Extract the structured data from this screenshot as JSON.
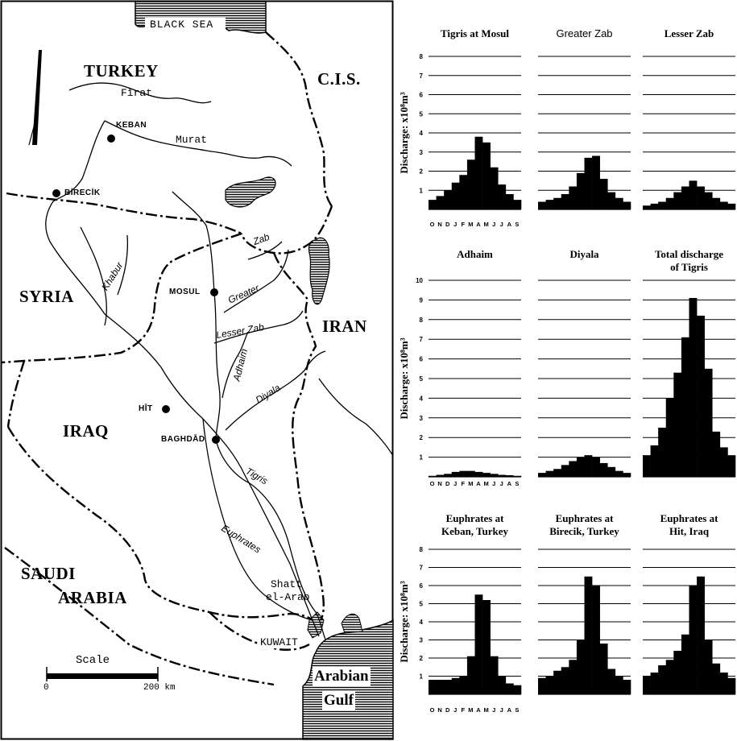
{
  "map": {
    "labels": {
      "black_sea": "BLACK SEA",
      "turkey": "TURKEY",
      "cis": "C.I.S.",
      "syria": "SYRIA",
      "iran": "IRAN",
      "iraq": "IRAQ",
      "saudi_line1": "SAUDI",
      "saudi_line2": "ARABIA",
      "kuwait": "KUWAIT",
      "gulf_line1": "Arabian",
      "gulf_line2": "Gulf",
      "shatt_line1": "Shatt",
      "shatt_line2": "el-Arab"
    },
    "cities": {
      "keban": "KEBAN",
      "birecik": "BİRECİK",
      "mosul": "MOSUL",
      "hit": "HĪT",
      "baghdad": "BAGHDĀD"
    },
    "rivers": {
      "firat": "Fīrat",
      "murat": "Murat",
      "zab": "Zab",
      "greater": "Greater",
      "lesser_zab": "Lesser Zab",
      "khabur": "Khabur",
      "adhaim": "Adhaim",
      "diyala": "Diyala",
      "tigris": "Tigris",
      "euphrates": "Euphrates"
    },
    "scale": {
      "label": "Scale",
      "start": "0",
      "end": "200 km"
    }
  },
  "chart_data": [
    {
      "type": "bar",
      "title": "Tigris at Mosul",
      "x": [
        "O",
        "N",
        "D",
        "J",
        "F",
        "M",
        "A",
        "M",
        "J",
        "J",
        "A",
        "S"
      ],
      "values": [
        0.5,
        0.7,
        1.0,
        1.4,
        1.8,
        2.6,
        3.8,
        3.5,
        2.2,
        1.3,
        0.8,
        0.5
      ],
      "ylim": [
        0,
        8
      ],
      "ylabel": "Discharge: x10⁸m³"
    },
    {
      "type": "bar",
      "title": "Greater Zab",
      "x": [
        "O",
        "N",
        "D",
        "J",
        "F",
        "M",
        "A",
        "M",
        "J",
        "J",
        "A",
        "S"
      ],
      "values": [
        0.4,
        0.5,
        0.6,
        0.8,
        1.2,
        1.9,
        2.7,
        2.8,
        1.6,
        0.9,
        0.6,
        0.4
      ],
      "ylim": [
        0,
        8
      ],
      "ylabel": ""
    },
    {
      "type": "bar",
      "title": "Lesser Zab",
      "x": [
        "O",
        "N",
        "D",
        "J",
        "F",
        "M",
        "A",
        "M",
        "J",
        "J",
        "A",
        "S"
      ],
      "values": [
        0.2,
        0.3,
        0.4,
        0.6,
        0.9,
        1.2,
        1.5,
        1.2,
        0.9,
        0.6,
        0.4,
        0.3
      ],
      "ylim": [
        0,
        8
      ],
      "ylabel": ""
    },
    {
      "type": "bar",
      "title": "Adhaim",
      "x": [
        "O",
        "N",
        "D",
        "J",
        "F",
        "M",
        "A",
        "M",
        "J",
        "J",
        "A",
        "S"
      ],
      "values": [
        0.05,
        0.1,
        0.15,
        0.25,
        0.3,
        0.3,
        0.25,
        0.2,
        0.15,
        0.1,
        0.08,
        0.05
      ],
      "ylim": [
        0,
        10
      ],
      "ylabel": "Discharge: x10⁸m³"
    },
    {
      "type": "bar",
      "title": "Diyala",
      "x": [
        "O",
        "N",
        "D",
        "J",
        "F",
        "M",
        "A",
        "M",
        "J",
        "J",
        "A",
        "S"
      ],
      "values": [
        0.2,
        0.3,
        0.4,
        0.6,
        0.8,
        1.0,
        1.1,
        1.0,
        0.7,
        0.5,
        0.3,
        0.2
      ],
      "ylim": [
        0,
        10
      ],
      "ylabel": ""
    },
    {
      "type": "bar",
      "title": "Total discharge of Tigris",
      "title_line1": "Total discharge",
      "title_line2": "of Tigris",
      "x": [
        "O",
        "N",
        "D",
        "J",
        "F",
        "M",
        "A",
        "M",
        "J",
        "J",
        "A",
        "S"
      ],
      "values": [
        1.1,
        1.6,
        2.5,
        4.0,
        5.3,
        7.1,
        9.1,
        8.2,
        5.5,
        2.3,
        1.5,
        1.1
      ],
      "ylim": [
        0,
        10
      ],
      "ylabel": ""
    },
    {
      "type": "bar",
      "title": "Euphrates at Keban, Turkey",
      "title_line1": "Euphrates at",
      "title_line2": "Keban, Turkey",
      "x": [
        "O",
        "N",
        "D",
        "J",
        "F",
        "M",
        "A",
        "M",
        "J",
        "J",
        "A",
        "S"
      ],
      "values": [
        0.8,
        0.8,
        0.8,
        0.9,
        1.0,
        2.1,
        5.5,
        5.2,
        2.1,
        1.0,
        0.6,
        0.5
      ],
      "ylim": [
        0,
        8
      ],
      "ylabel": "Discharge: x10⁸m³"
    },
    {
      "type": "bar",
      "title": "Euphrates at Birecik, Turkey",
      "title_line1": "Euphrates at",
      "title_line2": "Birecik, Turkey",
      "x": [
        "O",
        "N",
        "D",
        "J",
        "F",
        "M",
        "A",
        "M",
        "J",
        "J",
        "A",
        "S"
      ],
      "values": [
        0.9,
        1.0,
        1.3,
        1.5,
        1.9,
        3.0,
        6.5,
        6.0,
        2.8,
        1.4,
        1.0,
        0.8
      ],
      "ylim": [
        0,
        8
      ],
      "ylabel": ""
    },
    {
      "type": "bar",
      "title": "Euphrates at Hit, Iraq",
      "title_line1": "Euphrates at",
      "title_line2": "Hit, Iraq",
      "x": [
        "O",
        "N",
        "D",
        "J",
        "F",
        "M",
        "A",
        "M",
        "J",
        "J",
        "A",
        "S"
      ],
      "values": [
        1.0,
        1.2,
        1.6,
        1.9,
        2.4,
        3.3,
        6.0,
        6.5,
        3.0,
        1.7,
        1.2,
        0.9
      ],
      "ylim": [
        0,
        8
      ],
      "ylabel": ""
    }
  ]
}
